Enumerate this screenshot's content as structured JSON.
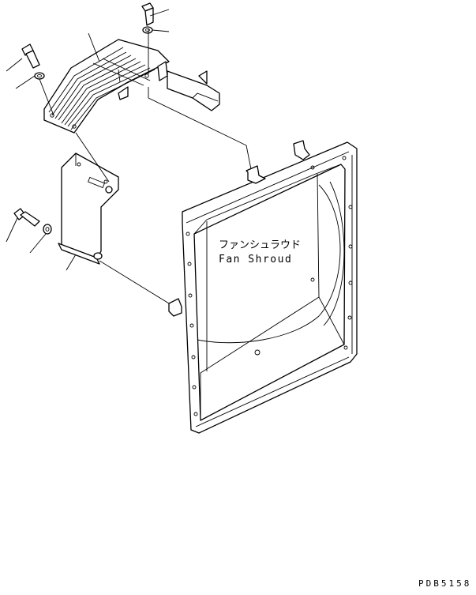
{
  "labels": {
    "fan_shroud_jp": "ファンシュラウド",
    "fan_shroud_en": "Fan Shroud",
    "drawing_code": "PDB5158"
  }
}
